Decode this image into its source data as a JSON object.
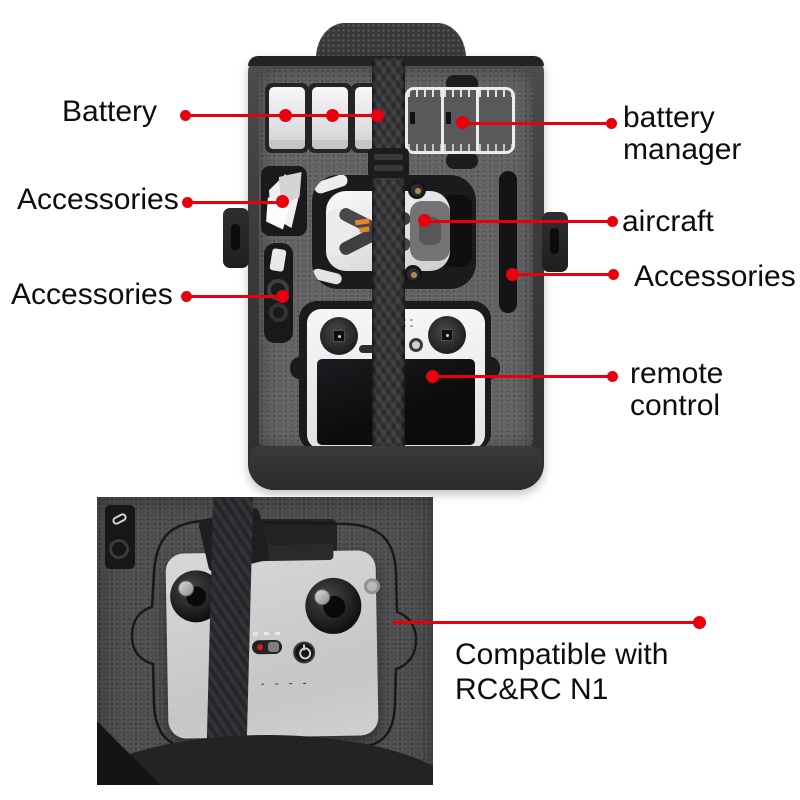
{
  "colors": {
    "accent_red": "#e8000f",
    "label_text": "#0d0d0d",
    "case_dark_gray": "#3a3a3c",
    "foam_gray": "#626264",
    "cutout_black": "#1b1b1d",
    "item_white": "#ebebed",
    "controller_gray": "#cdcdcf",
    "drone_logo_orange": "#e2882e"
  },
  "annotations": [
    {
      "id": "battery",
      "label": "Battery",
      "side": "left"
    },
    {
      "id": "battery-manager",
      "label": "battery manager",
      "side": "right"
    },
    {
      "id": "accessories-left-top",
      "label": "Accessories",
      "side": "left"
    },
    {
      "id": "aircraft",
      "label": "aircraft",
      "side": "right"
    },
    {
      "id": "accessories-left-bottom",
      "label": "Accessories",
      "side": "left"
    },
    {
      "id": "accessories-right",
      "label": "Accessories",
      "side": "right"
    },
    {
      "id": "remote-control",
      "label": "remote control",
      "side": "right"
    },
    {
      "id": "compatibility",
      "label": "Compatible with RC&RC N1",
      "side": "right"
    }
  ],
  "figures": {
    "top_photo_items": [
      "battery",
      "battery",
      "battery",
      "battery-manager",
      "propeller-packet",
      "drone",
      "cable-compartment",
      "accessory-slot",
      "remote-controller",
      "retention-strap",
      "carry-handle"
    ],
    "bottom_photo_items": [
      "remote-controller",
      "retention-strap",
      "usb-cable-slot"
    ]
  }
}
